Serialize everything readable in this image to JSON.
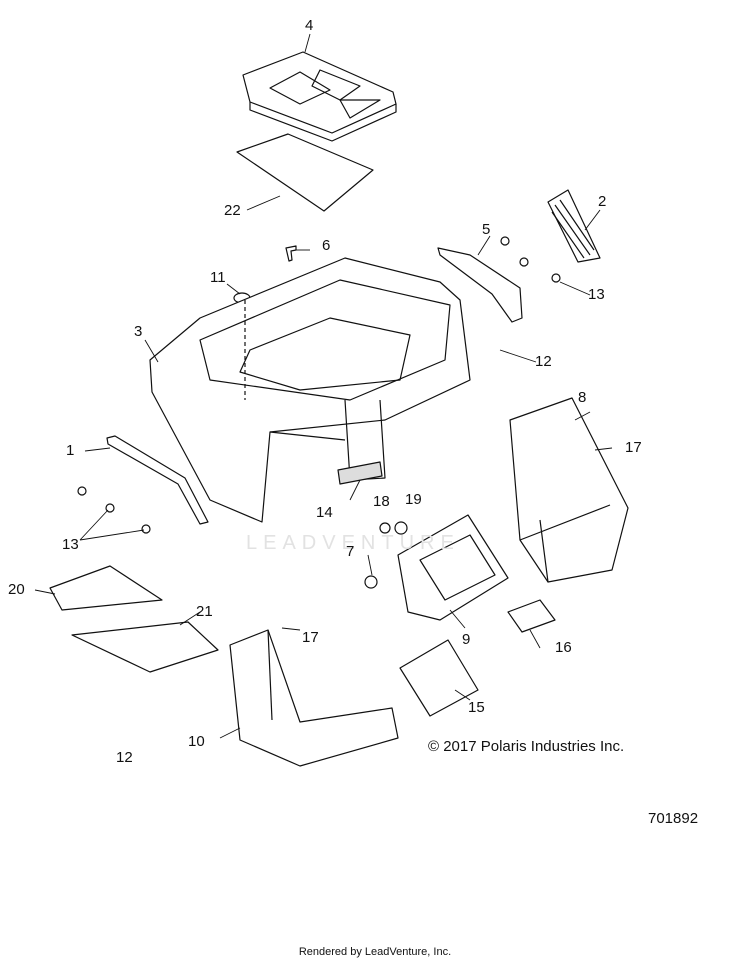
{
  "callouts": [
    {
      "id": "c1",
      "text": "1"
    },
    {
      "id": "c2",
      "text": "2"
    },
    {
      "id": "c3",
      "text": "3"
    },
    {
      "id": "c4",
      "text": "4"
    },
    {
      "id": "c5",
      "text": "5"
    },
    {
      "id": "c6",
      "text": "6"
    },
    {
      "id": "c7",
      "text": "7"
    },
    {
      "id": "c8",
      "text": "8"
    },
    {
      "id": "c9",
      "text": "9"
    },
    {
      "id": "c10",
      "text": "10"
    },
    {
      "id": "c11",
      "text": "11"
    },
    {
      "id": "c12a",
      "text": "12"
    },
    {
      "id": "c12b",
      "text": "12"
    },
    {
      "id": "c13a",
      "text": "13"
    },
    {
      "id": "c13b",
      "text": "13"
    },
    {
      "id": "c14",
      "text": "14"
    },
    {
      "id": "c15",
      "text": "15"
    },
    {
      "id": "c16",
      "text": "16"
    },
    {
      "id": "c17a",
      "text": "17"
    },
    {
      "id": "c17b",
      "text": "17"
    },
    {
      "id": "c18",
      "text": "18"
    },
    {
      "id": "c19",
      "text": "19"
    },
    {
      "id": "c20",
      "text": "20"
    },
    {
      "id": "c21",
      "text": "21"
    },
    {
      "id": "c22",
      "text": "22"
    }
  ],
  "footer": {
    "copyright": "© 2017 Polaris Industries Inc.",
    "part_number": "701892",
    "rendered_by": "Rendered by LeadVenture, Inc."
  },
  "watermark": "LEADVENTURE",
  "colors": {
    "line": "#111111",
    "background": "#ffffff",
    "watermark": "#e2e2e2"
  }
}
